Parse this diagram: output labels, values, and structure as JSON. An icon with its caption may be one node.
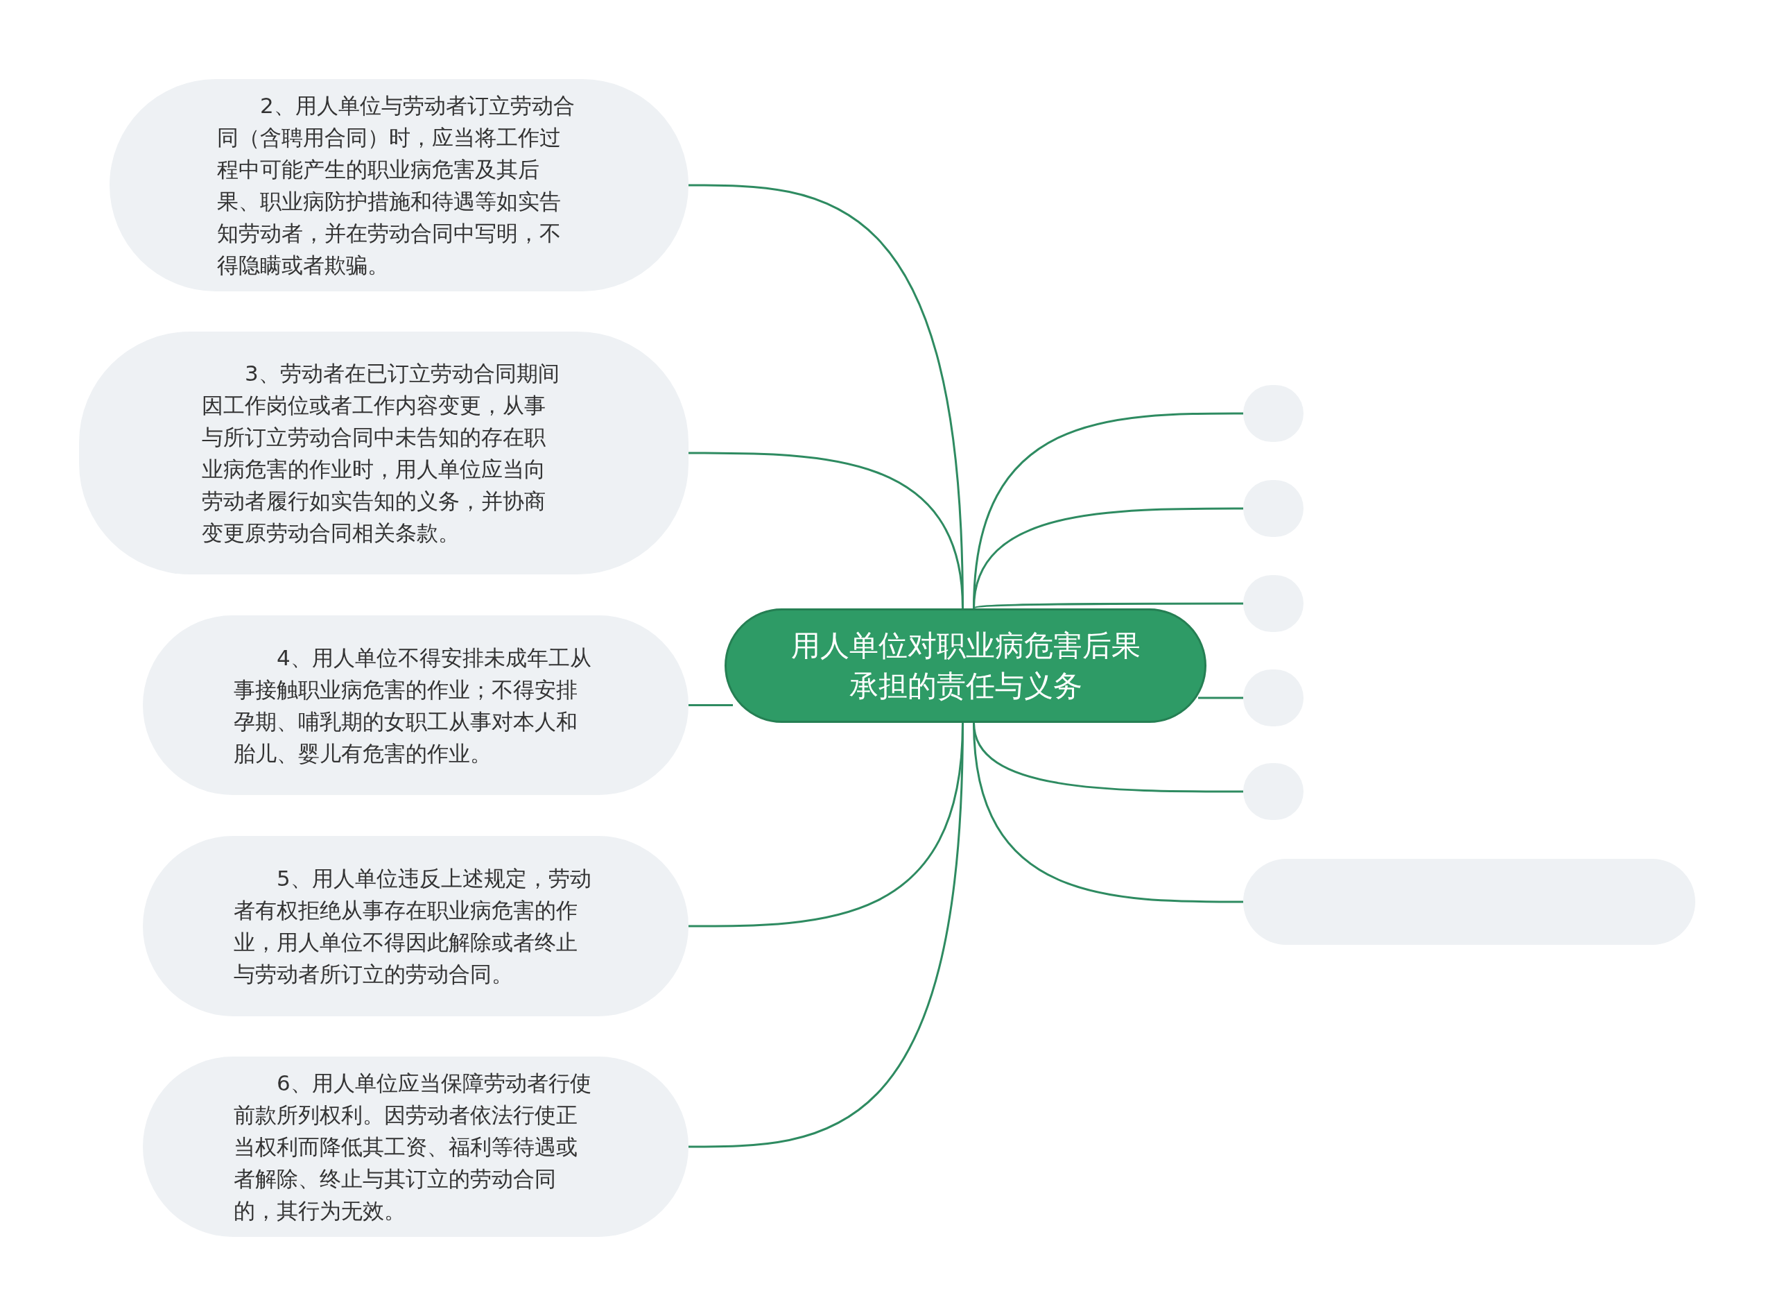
{
  "diagram": {
    "nodes": [
      {
        "text": [
          "用人单位对职业病危害后果承担的责任与义务"
        ]
      },
      {
        "text": [
          "2、用人单位与劳动者订立劳动合同（含聘用合同）时，应当将工作过程中可能产生的职业病危害及其后果、职业病防护措施和待遇等如实告知劳动者，并在劳动合同中写明，不得隐瞒或者欺骗。"
        ]
      },
      {
        "text": [
          "3、劳动者在已订立劳动合同期间因工作岗位或者工作内容变更，从事与所订立劳动合同中未告知的存在职业病危害的作业时，用人单位应当向劳动者履行如实告知的义务，并协商变更原劳动合同相关条款。"
        ]
      },
      {
        "text": [
          "4、用人单位不得安排未成年工从事接触职业病危害的作业；不得安排孕期、哺乳期的女职工从事对本人和胎儿、婴儿有危害的作业。"
        ]
      },
      {
        "text": [
          "5、用人单位违反上述规定，劳动者有权拒绝从事存在职业病危害的作业，用人单位不得因此解除或者终止与劳动者所订立的劳动合同。"
        ]
      },
      {
        "text": [
          "6、用人单位应当保障劳动者行使前款所列权利。因劳动者依法行使正当权利而降低其工资、福利等待遇或者解除、终止与其订立的劳动合同的，其行为无效。"
        ]
      },
      {
        "text": [],
        "shape": "box"
      },
      {
        "text": [],
        "shape": "box"
      },
      {
        "text": [],
        "shape": "box"
      },
      {
        "text": [],
        "shape": "box"
      },
      {
        "text": [],
        "shape": "box"
      },
      {
        "text": [],
        "shape": "box"
      }
    ],
    "edges": [
      {
        "from": 0,
        "to": 1,
        "arrow": "none"
      },
      {
        "from": 0,
        "to": 2,
        "arrow": "none"
      },
      {
        "from": 0,
        "to": 3,
        "arrow": "none"
      },
      {
        "from": 0,
        "to": 4,
        "arrow": "none"
      },
      {
        "from": 0,
        "to": 5,
        "arrow": "none"
      },
      {
        "from": 0,
        "to": 6,
        "arrow": "none"
      },
      {
        "from": 0,
        "to": 7,
        "arrow": "none"
      },
      {
        "from": 0,
        "to": 8,
        "arrow": "none"
      },
      {
        "from": 0,
        "to": 9,
        "arrow": "none"
      },
      {
        "from": 0,
        "to": 10,
        "arrow": "none"
      },
      {
        "from": 0,
        "to": 11,
        "arrow": "none"
      }
    ]
  }
}
